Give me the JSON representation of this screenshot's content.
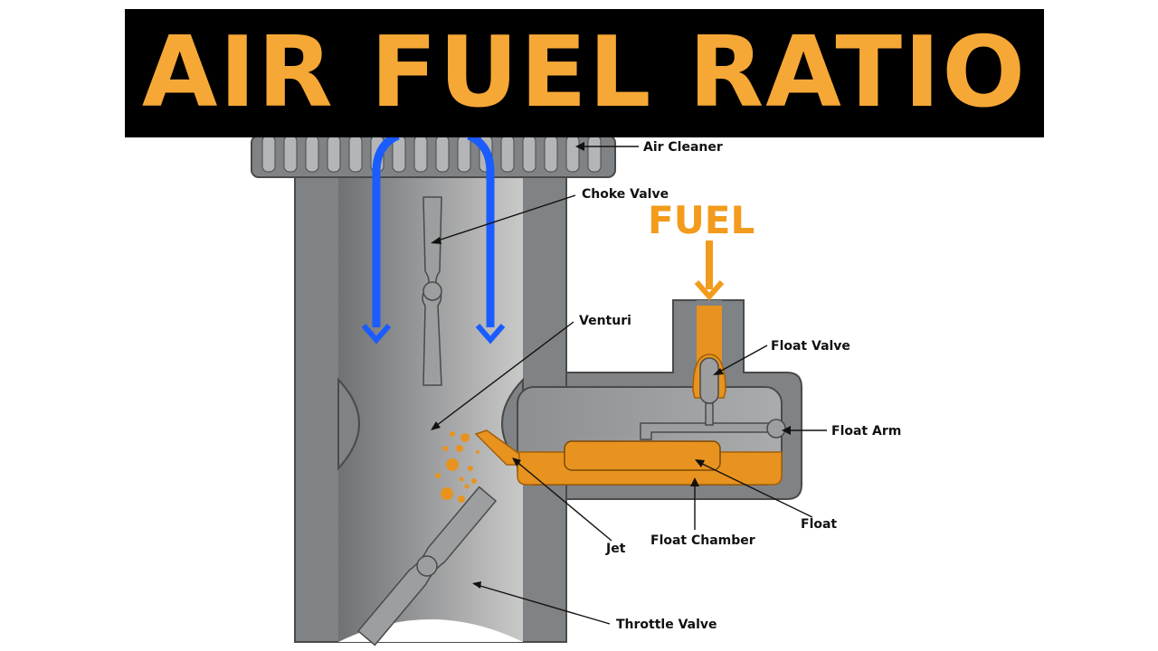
{
  "title": "AIR FUEL RATIO",
  "fuel_label": "FUEL",
  "labels": {
    "air_cleaner": "Air Cleaner",
    "choke_valve": "Choke Valve",
    "venturi": "Venturi",
    "float_valve": "Float Valve",
    "float_arm": "Float Arm",
    "float": "Float",
    "float_chamber": "Float Chamber",
    "jet": "Jet",
    "throttle_valve": "Throttle Valve"
  },
  "colors": {
    "title_text": "#f6a836",
    "banner_bg": "#000000",
    "body_gray": "#808385",
    "airflow_blue": "#1a5cff",
    "fuel_orange": "#e8931f"
  }
}
